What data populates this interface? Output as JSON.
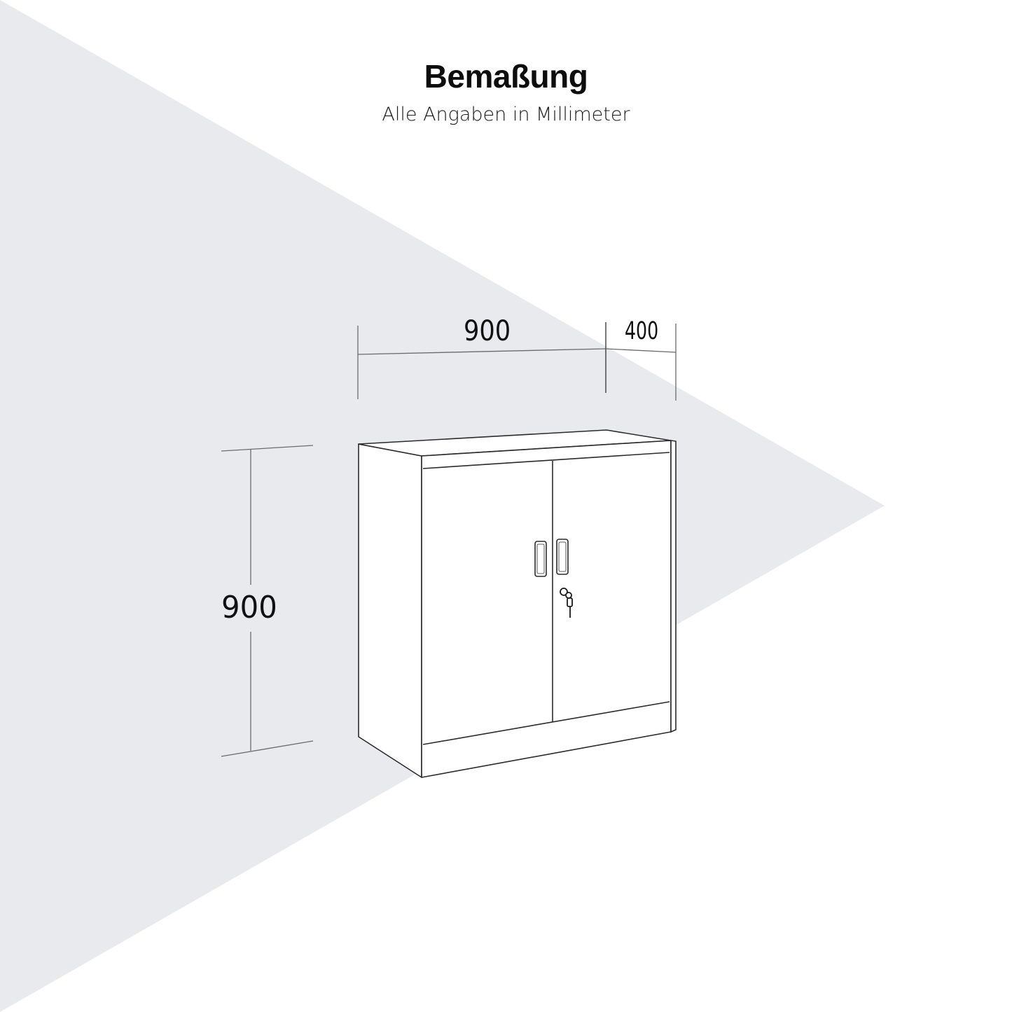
{
  "header": {
    "title": "Bemaßung",
    "subtitle": "Alle Angaben in Millimeter"
  },
  "dimensions": {
    "width": "900",
    "depth": "400",
    "height": "900",
    "unit": "mm"
  },
  "drawing": {
    "subject": "two-door steel cabinet with lock",
    "handles": 2,
    "lock": "key-lock-icon"
  },
  "colors": {
    "background": "#ffffff",
    "triangle": "#e9eaee",
    "lines": "#333333",
    "dimension_lines": "#6b6b6b"
  }
}
